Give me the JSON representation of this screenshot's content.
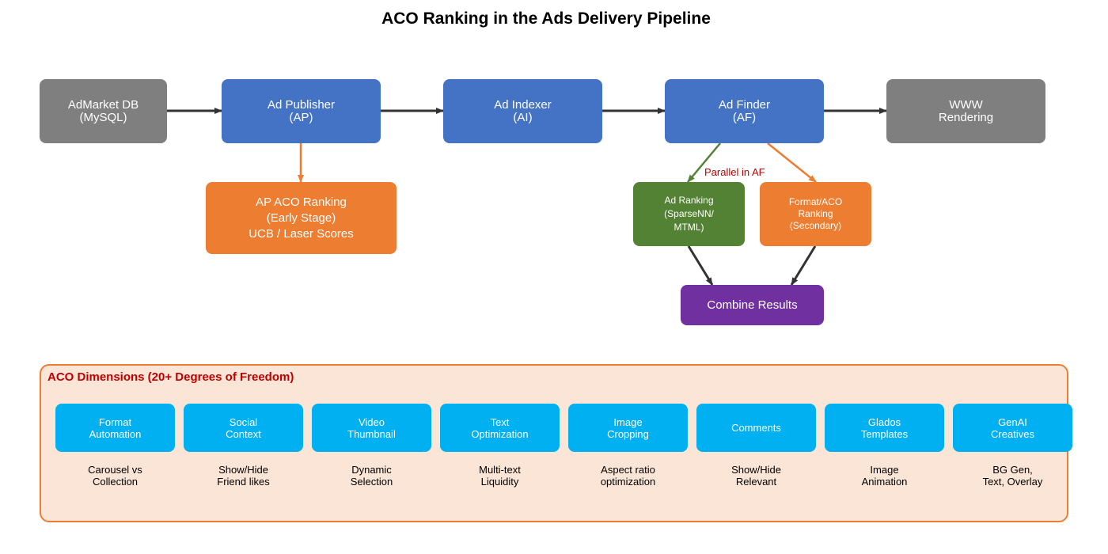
{
  "title": "ACO Ranking in the Ads Delivery Pipeline",
  "colors": {
    "source_sink": "#7f7f7f",
    "pipeline_stage": "#4472c4",
    "aco_ranking": "#ed7d31",
    "ad_ranking": "#548235",
    "combine": "#7030a0",
    "dimension_tile": "#00b0f0",
    "panel_fill": "#fbe5d6",
    "panel_border": "#ed7d31",
    "accent_text": "#c00000",
    "arrow_dark": "#333333"
  },
  "pipeline": {
    "nodes": [
      {
        "id": "admarket-db",
        "label": "AdMarket DB\n(MySQL)"
      },
      {
        "id": "ad-publisher",
        "label": "Ad Publisher\n(AP)"
      },
      {
        "id": "ad-indexer",
        "label": "Ad Indexer\n(AI)"
      },
      {
        "id": "ad-finder",
        "label": "Ad Finder\n(AF)"
      },
      {
        "id": "www-rendering",
        "label": "WWW\nRendering"
      }
    ],
    "ap_aco": {
      "label": "AP ACO Ranking\n(Early Stage)\nUCB / Laser Scores"
    },
    "ad_ranking": {
      "label": "Ad Ranking\n(SparseNN/\nMTML)"
    },
    "format_aco": {
      "label": "Format/ACO\nRanking\n(Secondary)"
    },
    "combine": {
      "label": "Combine Results"
    },
    "parallel_label": "Parallel in AF",
    "edges": [
      {
        "from": "admarket-db",
        "to": "ad-publisher"
      },
      {
        "from": "ad-publisher",
        "to": "ad-indexer"
      },
      {
        "from": "ad-indexer",
        "to": "ad-finder"
      },
      {
        "from": "ad-finder",
        "to": "www-rendering"
      },
      {
        "from": "ad-publisher",
        "to": "ap-aco-ranking"
      },
      {
        "from": "ad-finder",
        "to": "ad-ranking"
      },
      {
        "from": "ad-finder",
        "to": "format-aco-ranking"
      },
      {
        "from": "ad-ranking",
        "to": "combine-results"
      },
      {
        "from": "format-aco-ranking",
        "to": "combine-results"
      }
    ]
  },
  "aco_dimensions": {
    "title": "ACO Dimensions (20+ Degrees of Freedom)",
    "items": [
      {
        "label": "Format\nAutomation",
        "desc": "Carousel vs\nCollection"
      },
      {
        "label": "Social\nContext",
        "desc": "Show/Hide\nFriend likes"
      },
      {
        "label": "Video\nThumbnail",
        "desc": "Dynamic\nSelection"
      },
      {
        "label": "Text\nOptimization",
        "desc": "Multi-text\nLiquidity"
      },
      {
        "label": "Image\nCropping",
        "desc": "Aspect ratio\noptimization"
      },
      {
        "label": "Comments",
        "desc": "Show/Hide\nRelevant"
      },
      {
        "label": "Glados\nTemplates",
        "desc": "Image\nAnimation"
      },
      {
        "label": "GenAI\nCreatives",
        "desc": "BG Gen,\nText, Overlay"
      }
    ]
  }
}
